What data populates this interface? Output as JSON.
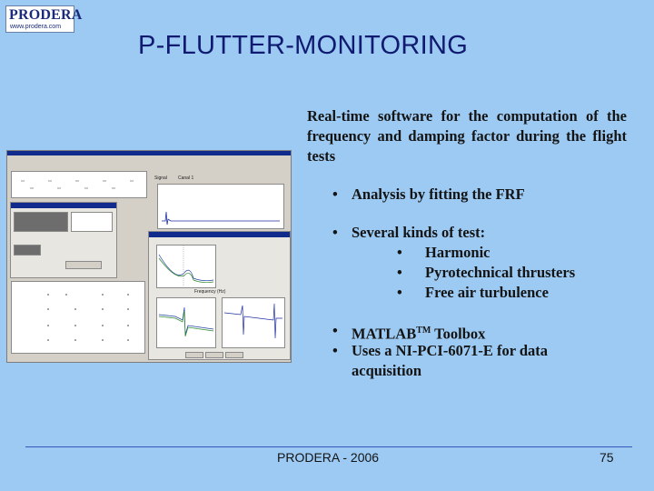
{
  "logo": {
    "name": "PRODERA",
    "url": "www.prodera.com"
  },
  "title": "P-FLUTTER-MONITORING",
  "intro": "Real-time software for the computation of the frequency and damping factor during the flight tests",
  "bullets": [
    {
      "text": "Analysis by fitting the FRF"
    },
    {
      "text": "Several kinds of test:"
    },
    {
      "text": "Harmonic"
    },
    {
      "text": "Pyrotechnical thrusters"
    },
    {
      "text": "Free air turbulence"
    },
    {
      "text_before": "MATLAB",
      "superscript": "TM",
      "text_after": " Toolbox"
    },
    {
      "text": "Uses a NI-PCI-6071-E for data"
    },
    {
      "text": "acquisition"
    }
  ],
  "bullet_symbol": "•",
  "footer": {
    "text": "PRODERA - 2006",
    "page": "75"
  },
  "screenshot": {
    "label_signal": "Signal",
    "label_canal": "Canal 1",
    "label_frequency": "Frequency (Hz)"
  }
}
